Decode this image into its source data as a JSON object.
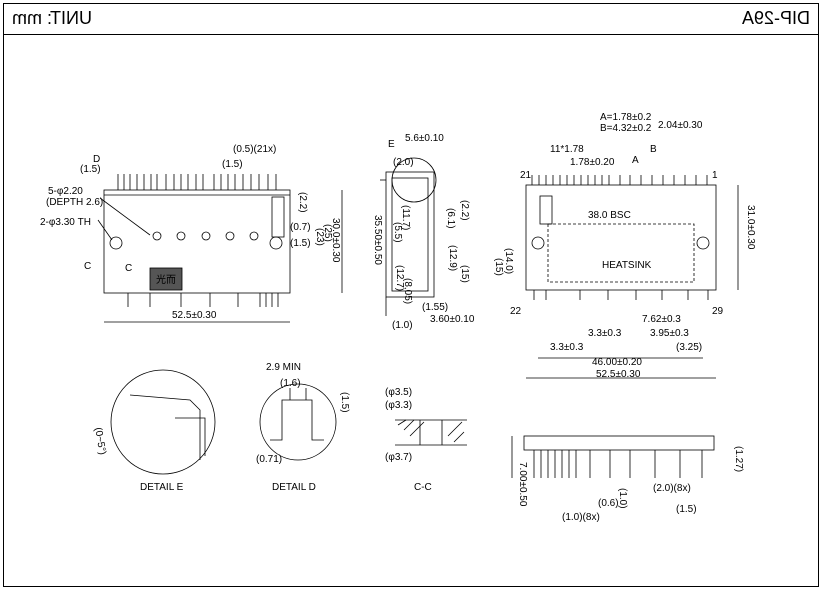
{
  "header": {
    "left_text": "UNIT: mm",
    "right_text": "DIP-29A"
  },
  "views": {
    "front": {
      "dims": {
        "d_label": "D",
        "pitch_1_5": "(1.5)",
        "hole": "5-φ2.20",
        "depth": "(DEPTH 2.6)",
        "through_hole": "2-φ3.30 TH",
        "pin_w": "(0.5)(21x)",
        "pin_p": "(1.5)",
        "h_2_2": "(2.2)",
        "h_0_7": "(0.7)",
        "h_1_5": "(1.5)",
        "h_23": "(23)",
        "h_25": "(25)",
        "h_30": "30.0±0.30",
        "c_label_left": "C",
        "c_label_right": "C",
        "width": "52.5±0.30",
        "logo_text": "光而"
      }
    },
    "side": {
      "dims": {
        "e_label": "E",
        "top_w": "5.6±0.10",
        "t_2": "(2.0)",
        "t_2_2": "(2.2)",
        "l_11": "(11.7)",
        "l_5_5": "(5.5)",
        "l_6_1": "(6.1)",
        "l_12_9": "(12.9)",
        "l_35": "35.50±0.50",
        "l_8": "(8.05)",
        "l_12_7": "(12.7)",
        "l_15": "(15)",
        "b_1_55": "(1.55)",
        "b_1": "(1.0)",
        "b_3_6": "3.60±0.10"
      }
    },
    "bottom": {
      "dims": {
        "a_eq": "A=1.78±0.2",
        "b_eq": "B=4.32±0.2",
        "top_2_04": "2.04±0.30",
        "pitch_11": "11*1.78",
        "pitch_1_78": "1.78±0.20",
        "pin_21": "21",
        "pin_1": "1",
        "pin_22": "22",
        "pin_29": "29",
        "bsc": "38.0 BSC",
        "heatsink": "HEATSINK",
        "h_31": "31.0±0.30",
        "h_14": "(14.0)",
        "h_15": "(15)",
        "d_7_62": "7.62±0.3",
        "d_3_95": "3.95±0.3",
        "d_3_3": "3.3±0.3",
        "d_3_3b": "3.3±0.3",
        "d_3_25": "(3.25)",
        "w_46": "46.00±0.20",
        "w_52": "52.5±0.30",
        "letters_a": "A",
        "letters_b": "B"
      }
    },
    "detail_e": {
      "caption": "DETAIL E",
      "angle": "(0~5°)"
    },
    "detail_d": {
      "caption": "DETAIL D",
      "min": "2.9 MIN",
      "d_1_6": "(1.6)",
      "d_1_5": "(1.5)",
      "d_0_71": "(0.71)"
    },
    "section_cc": {
      "caption": "C-C",
      "d_3_5": "(φ3.5)",
      "d_3_3": "(φ3.3)",
      "d_3_7": "(φ3.7)"
    },
    "lead_view": {
      "d_1_27": "(1.27)",
      "d_7": "7.00±0.50",
      "d_1": "(1.0)",
      "d_0_6": "(0.6)",
      "d_2_8x": "(2.0)(8x)",
      "d_1_8x": "(1.0)(8x)",
      "d_1_5": "(1.5)"
    }
  }
}
